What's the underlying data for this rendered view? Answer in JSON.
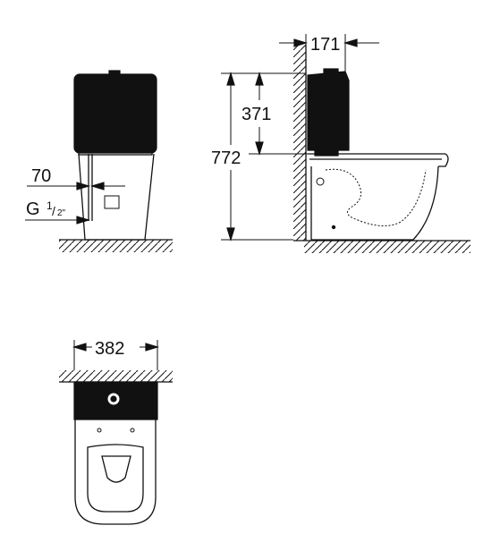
{
  "diagram": {
    "front_view": {
      "dim_pipe_offset": "70",
      "dim_thread": "G",
      "dim_thread_fraction_num": "1",
      "dim_thread_fraction_den": "2\""
    },
    "side_view": {
      "dim_wall_distance": "171",
      "dim_cistern_height": "371",
      "dim_total_height": "772"
    },
    "top_view": {
      "dim_width": "382"
    }
  }
}
